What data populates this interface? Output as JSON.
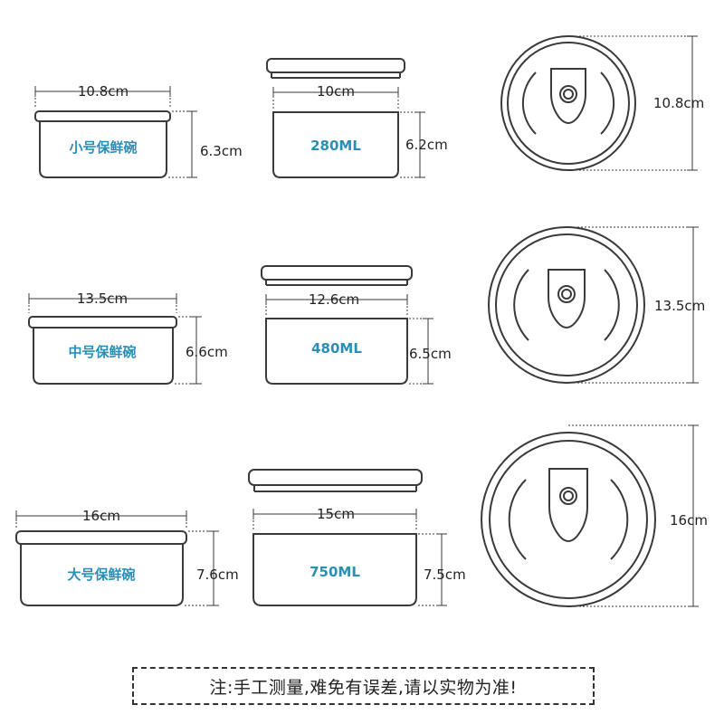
{
  "note": "注:手工测量,难免有误差,请以实物为准!",
  "rows": [
    {
      "name": "小号保鲜碗",
      "bowl_width": "10.8cm",
      "bowl_height": "6.3cm",
      "inner_width": "10cm",
      "capacity": "280ML",
      "inner_height": "6.2cm",
      "lid_diameter": "10.8cm"
    },
    {
      "name": "中号保鲜碗",
      "bowl_width": "13.5cm",
      "bowl_height": "6.6cm",
      "inner_width": "12.6cm",
      "capacity": "480ML",
      "inner_height": "6.5cm",
      "lid_diameter": "13.5cm"
    },
    {
      "name": "大号保鲜碗",
      "bowl_width": "16cm",
      "bowl_height": "7.6cm",
      "inner_width": "15cm",
      "capacity": "750ML",
      "inner_height": "7.5cm",
      "lid_diameter": "16cm"
    }
  ]
}
